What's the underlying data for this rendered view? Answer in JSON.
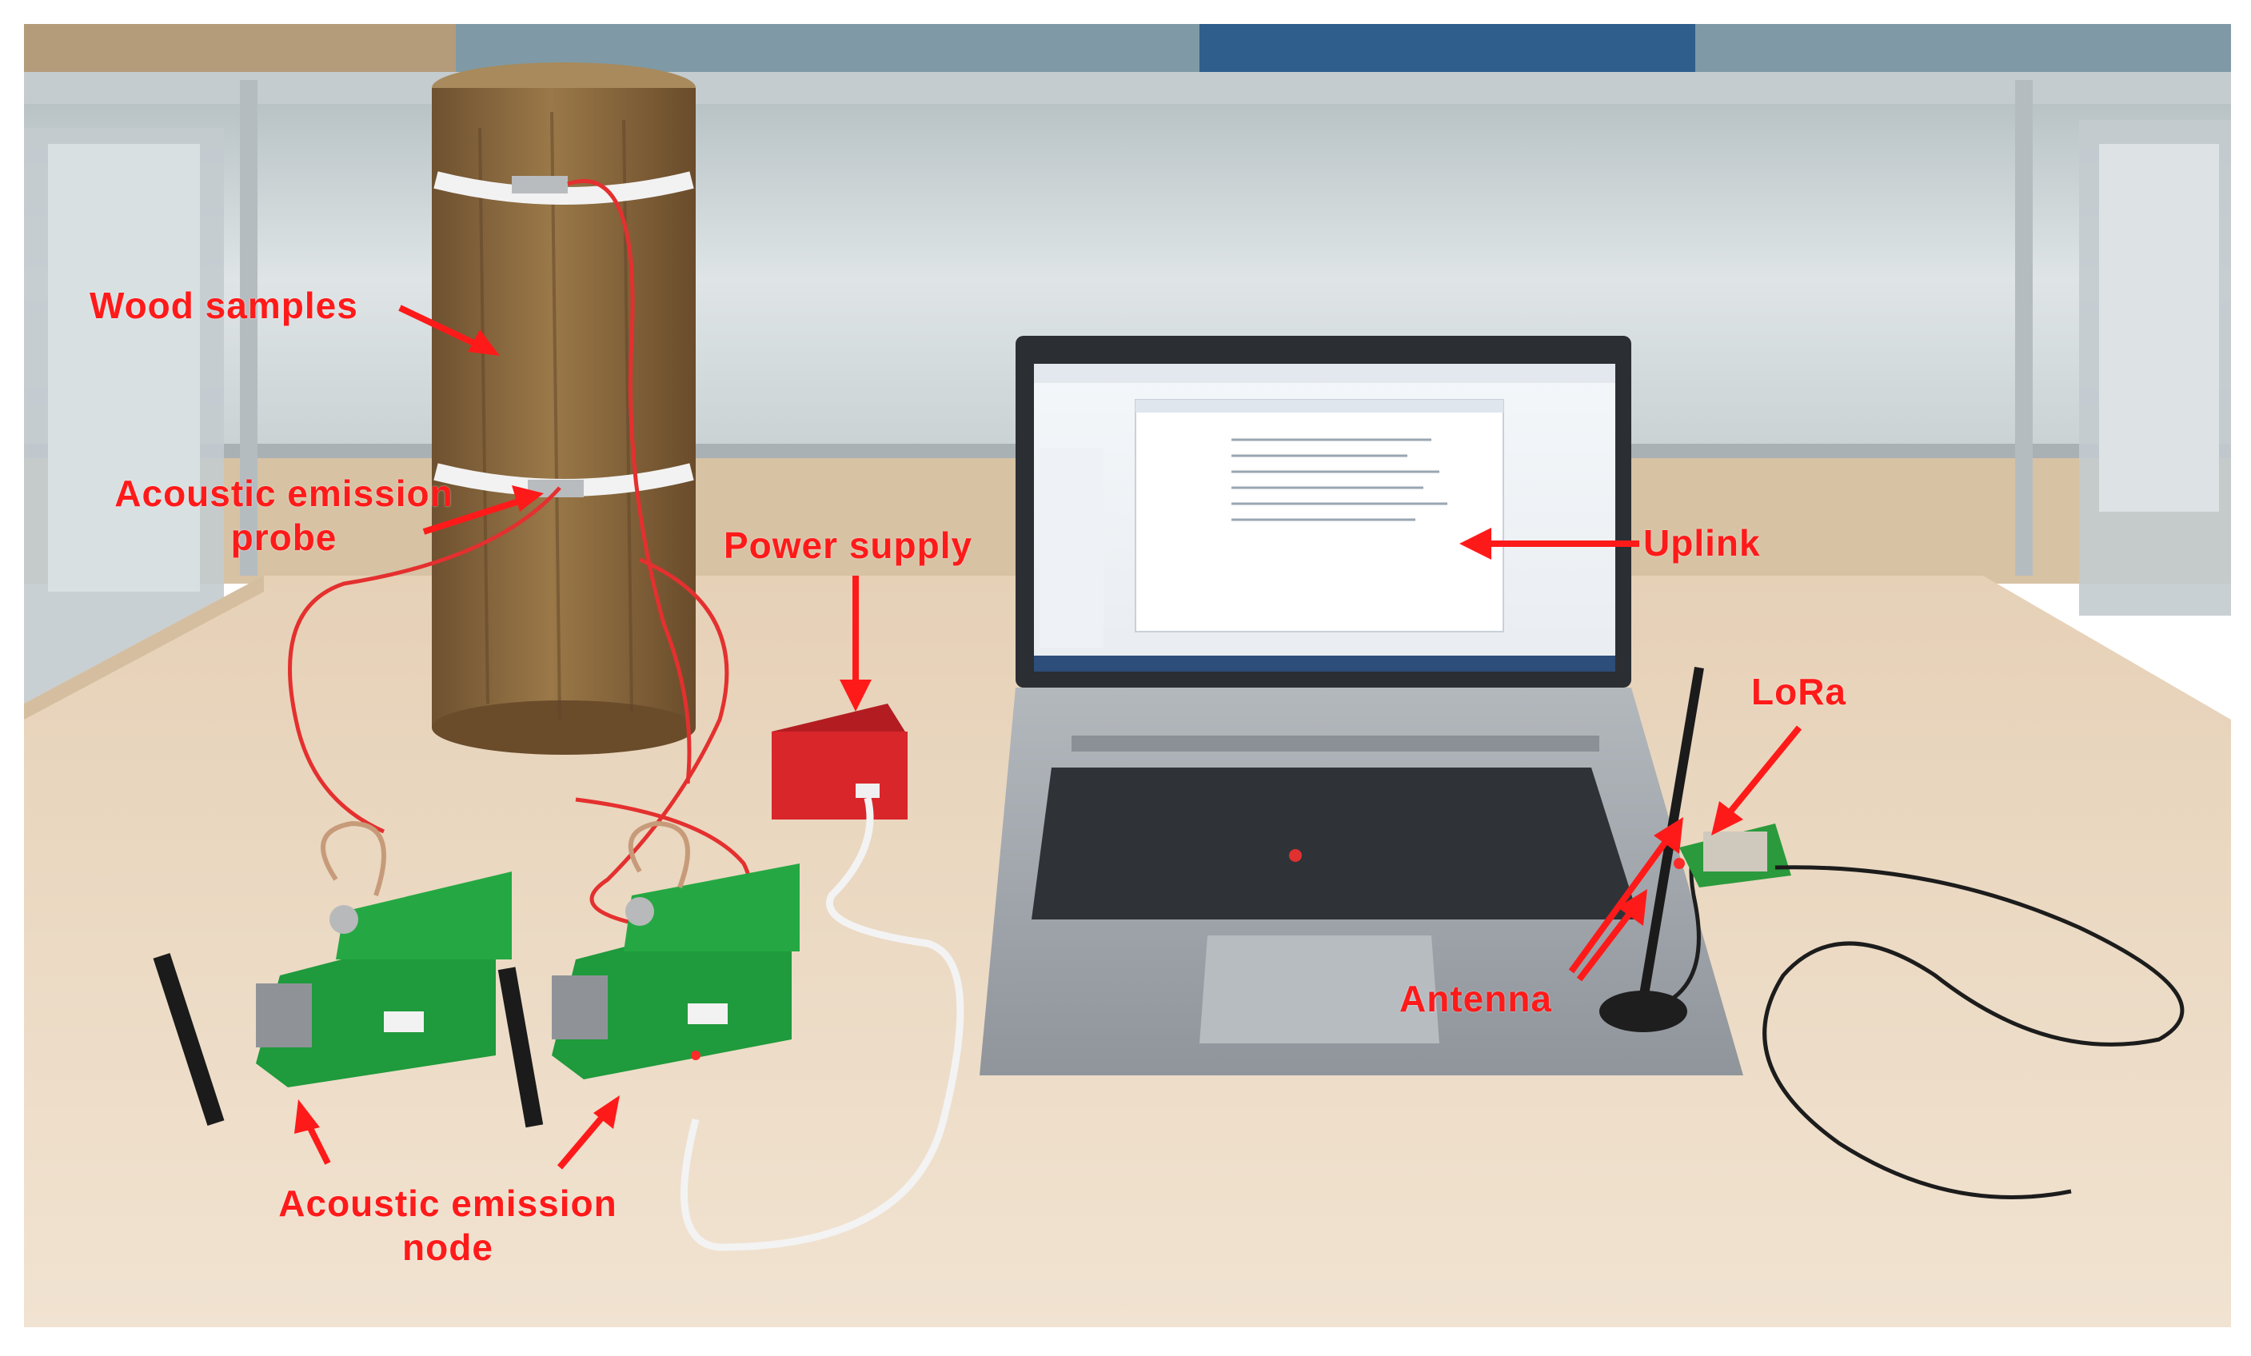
{
  "labels": {
    "wood_samples": "Wood samples",
    "ae_probe_line1": "Acoustic emission",
    "ae_probe_line2": "probe",
    "power_supply": "Power supply",
    "uplink": "Uplink",
    "lora": "LoRa",
    "antenna": "Antenna",
    "ae_node_line1": "Acoustic emission",
    "ae_node_line2": "node"
  },
  "colors": {
    "annotation": "#ff1a1a",
    "desk": "#ead7bf",
    "partition": "#c8cfd2",
    "laptop": "#9ea3a8",
    "pcb": "#1f9a3c",
    "enclosure": "#d9262b",
    "wood": "#8a6a3d"
  }
}
